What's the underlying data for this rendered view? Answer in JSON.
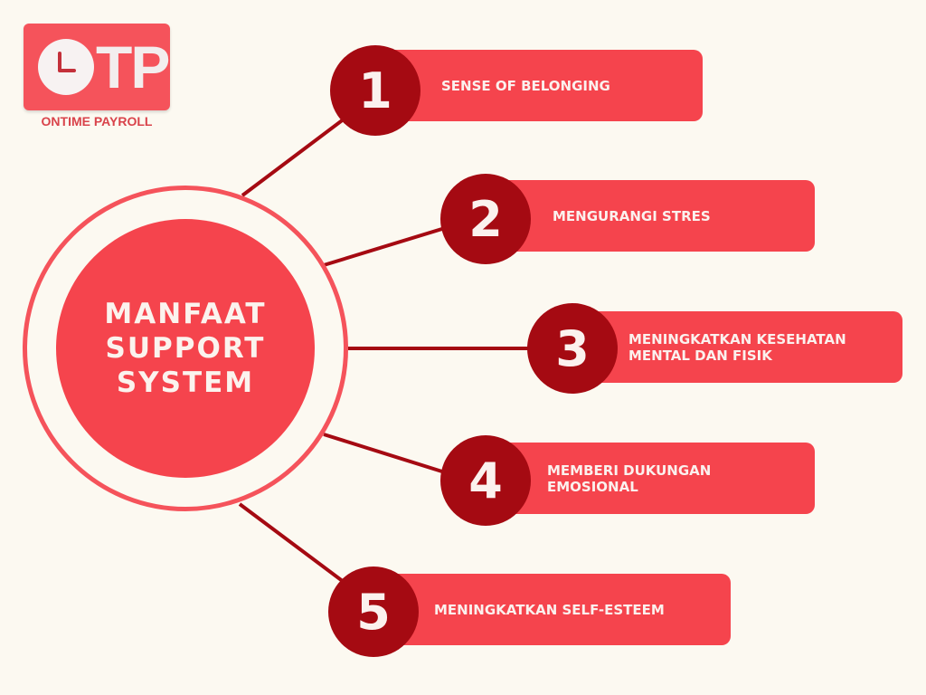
{
  "logo": {
    "letters": "TP",
    "caption": "ONTIME PAYROLL",
    "icon": "clock-icon"
  },
  "hub": {
    "title": "MANFAAT\nSUPPORT\nSYSTEM"
  },
  "items": [
    {
      "number": "1",
      "label": "SENSE OF BELONGING"
    },
    {
      "number": "2",
      "label": "MENGURANGI STRES"
    },
    {
      "number": "3",
      "label": "MENINGKATKAN KESEHATAN\nMENTAL DAN FISIK"
    },
    {
      "number": "4",
      "label": "MEMBERI DUKUNGAN\nEMOSIONAL"
    },
    {
      "number": "5",
      "label": "MENINGKATKAN SELF-ESTEEM"
    }
  ],
  "colors": {
    "background": "#fcf9f1",
    "primary_red": "#f5444d",
    "dark_red": "#a50a12",
    "text_light": "#fbf1ee"
  }
}
